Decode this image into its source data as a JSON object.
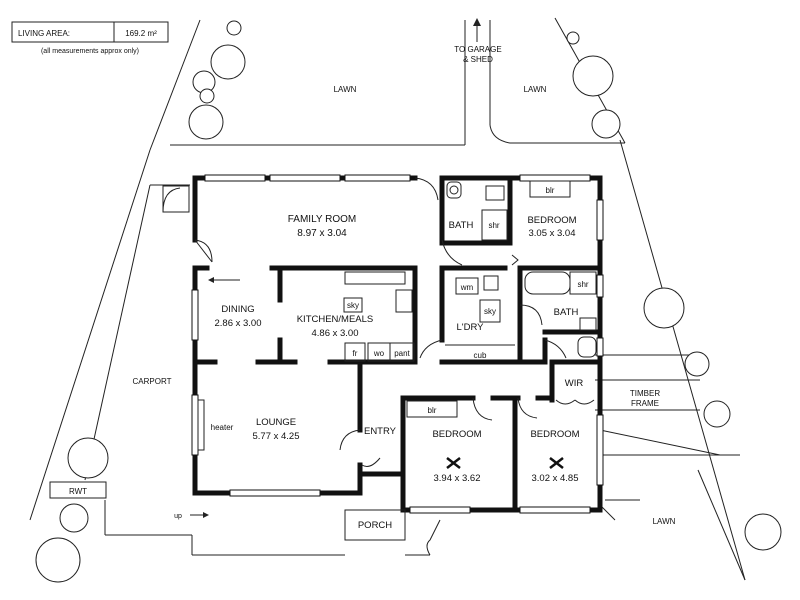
{
  "info_box": {
    "label": "LIVING AREA:",
    "value": "169.2 m²",
    "note": "(all measurements approx only)"
  },
  "outdoor": {
    "to_garage": [
      "TO GARAGE",
      "& SHED"
    ],
    "lawn_1": "LAWN",
    "lawn_2": "LAWN",
    "lawn_3": "LAWN",
    "carport": "CARPORT",
    "timber_frame": [
      "TIMBER",
      "FRAME"
    ],
    "rwt": "RWT",
    "up": "up"
  },
  "rooms": {
    "family_room": {
      "name": "FAMILY ROOM",
      "dims": "8.97 x 3.04"
    },
    "bath_1": {
      "name": "BATH",
      "fixture": "shr"
    },
    "bedroom_1": {
      "name": "BEDROOM",
      "dims": "3.05 x 3.04",
      "fixture": "blr"
    },
    "dining": {
      "name": "DINING",
      "dims": "2.86 x 3.00"
    },
    "kitchen": {
      "name": "KITCHEN/MEALS",
      "dims": "4.86 x 3.00",
      "sky": "sky",
      "fr": "fr",
      "wo": "wo",
      "pant": "pant"
    },
    "laundry": {
      "name": "L'DRY",
      "wm": "wm",
      "sky": "sky",
      "cub": "cub"
    },
    "bath_2": {
      "name": "BATH",
      "fixture": "shr"
    },
    "wir": {
      "name": "WIR"
    },
    "lounge": {
      "name": "LOUNGE",
      "dims": "5.77 x 4.25",
      "heater": "heater"
    },
    "entry": {
      "name": "ENTRY"
    },
    "bedroom_2": {
      "name": "BEDROOM",
      "dims": "3.94 x 3.62",
      "fixture": "blr"
    },
    "bedroom_3": {
      "name": "BEDROOM",
      "dims": "3.02 x 4.85"
    },
    "porch": {
      "name": "PORCH"
    }
  }
}
